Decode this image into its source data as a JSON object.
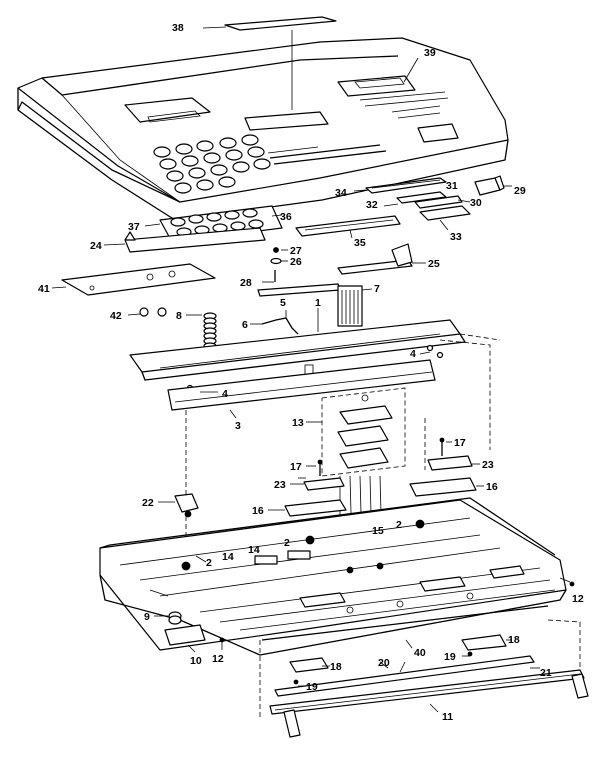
{
  "parts": [
    {
      "id": "38",
      "label": "38"
    },
    {
      "id": "39",
      "label": "39"
    },
    {
      "id": "34",
      "label": "34"
    },
    {
      "id": "31",
      "label": "31"
    },
    {
      "id": "29",
      "label": "29"
    },
    {
      "id": "32",
      "label": "32"
    },
    {
      "id": "30",
      "label": "30"
    },
    {
      "id": "33",
      "label": "33"
    },
    {
      "id": "37",
      "label": "37"
    },
    {
      "id": "36",
      "label": "36"
    },
    {
      "id": "35",
      "label": "35"
    },
    {
      "id": "24",
      "label": "24"
    },
    {
      "id": "27",
      "label": "27"
    },
    {
      "id": "26",
      "label": "26"
    },
    {
      "id": "25",
      "label": "25"
    },
    {
      "id": "41",
      "label": "41"
    },
    {
      "id": "28",
      "label": "28"
    },
    {
      "id": "7",
      "label": "7"
    },
    {
      "id": "42",
      "label": "42"
    },
    {
      "id": "8",
      "label": "8"
    },
    {
      "id": "5",
      "label": "5"
    },
    {
      "id": "6",
      "label": "6"
    },
    {
      "id": "1",
      "label": "1"
    },
    {
      "id": "4a",
      "label": "4"
    },
    {
      "id": "4b",
      "label": "4"
    },
    {
      "id": "3",
      "label": "3"
    },
    {
      "id": "13",
      "label": "13"
    },
    {
      "id": "17a",
      "label": "17"
    },
    {
      "id": "17b",
      "label": "17"
    },
    {
      "id": "23a",
      "label": "23"
    },
    {
      "id": "23b",
      "label": "23"
    },
    {
      "id": "16a",
      "label": "16"
    },
    {
      "id": "16b",
      "label": "16"
    },
    {
      "id": "22",
      "label": "22"
    },
    {
      "id": "15",
      "label": "15"
    },
    {
      "id": "2a",
      "label": "2"
    },
    {
      "id": "2b",
      "label": "2"
    },
    {
      "id": "2c",
      "label": "2"
    },
    {
      "id": "14a",
      "label": "14"
    },
    {
      "id": "14b",
      "label": "14"
    },
    {
      "id": "12a",
      "label": "12"
    },
    {
      "id": "12b",
      "label": "12"
    },
    {
      "id": "9",
      "label": "9"
    },
    {
      "id": "10",
      "label": "10"
    },
    {
      "id": "18a",
      "label": "18"
    },
    {
      "id": "18b",
      "label": "18"
    },
    {
      "id": "40",
      "label": "40"
    },
    {
      "id": "19a",
      "label": "19"
    },
    {
      "id": "19b",
      "label": "19"
    },
    {
      "id": "20",
      "label": "20"
    },
    {
      "id": "21",
      "label": "21"
    },
    {
      "id": "11",
      "label": "11"
    }
  ]
}
